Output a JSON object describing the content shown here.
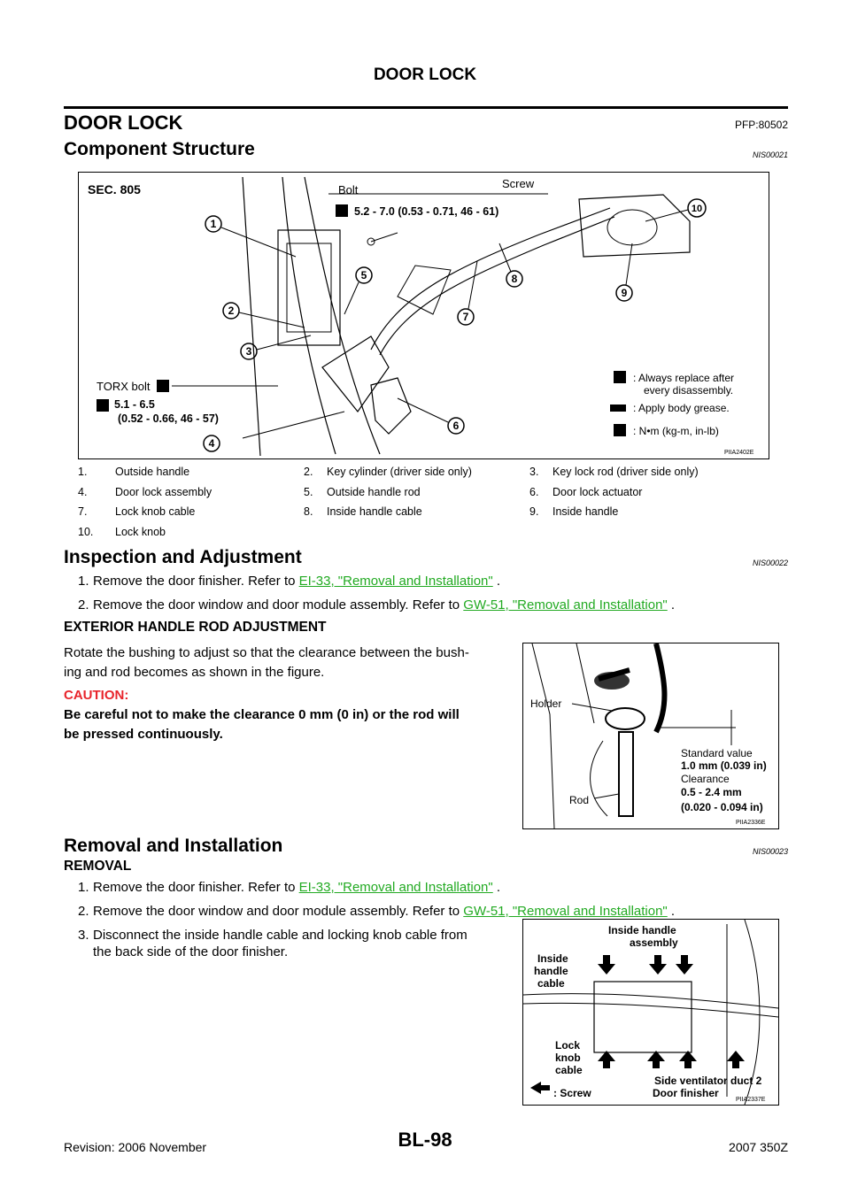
{
  "header": {
    "running_title": "DOOR LOCK"
  },
  "section": {
    "title": "DOOR LOCK",
    "pfp": "PFP:80502"
  },
  "component_structure": {
    "heading": "Component Structure",
    "code": "NIS00021",
    "figure": {
      "sec": "SEC. 805",
      "bolt_label": "Bolt",
      "screw_label": "Screw",
      "bolt_torque": "5.2 - 7.0 (0.53 - 0.71, 46 - 61)",
      "torx_label": "TORX bolt",
      "torx_torque_1": "5.1 - 6.5",
      "torx_torque_2": "(0.52 - 0.66, 46 - 57)",
      "legend_replace_1": ": Always replace after",
      "legend_replace_2": "every disassembly.",
      "legend_grease": ": Apply body grease.",
      "legend_torque": ": N•m (kg-m, in-lb)",
      "figure_id": "PIIA2402E",
      "callouts": [
        "1",
        "2",
        "3",
        "4",
        "5",
        "6",
        "7",
        "8",
        "9",
        "10"
      ]
    },
    "parts": [
      [
        "1.",
        "Outside handle"
      ],
      [
        "2.",
        "Key cylinder (driver side only)"
      ],
      [
        "3.",
        "Key lock rod (driver side only)"
      ],
      [
        "4.",
        "Door lock assembly"
      ],
      [
        "5.",
        "Outside handle rod"
      ],
      [
        "6.",
        "Door lock actuator"
      ],
      [
        "7.",
        "Lock knob cable"
      ],
      [
        "8.",
        "Inside handle cable"
      ],
      [
        "9.",
        "Inside handle"
      ],
      [
        "10.",
        "Lock knob"
      ]
    ]
  },
  "inspection": {
    "heading": "Inspection and Adjustment",
    "code": "NIS00022",
    "steps": [
      {
        "num": "1.",
        "text": "Remove the door finisher. Refer to ",
        "link": "EI-33, \"Removal and Installation\"",
        "after": " ."
      },
      {
        "num": "2.",
        "text": "Remove the door window and door module assembly. Refer to ",
        "link": "GW-51, \"Removal and Installation\"",
        "after": " ."
      }
    ],
    "subheading": "EXTERIOR HANDLE ROD ADJUSTMENT",
    "para_1": "Rotate the bushing to adjust so that the clearance between the bush-",
    "para_2": "ing and rod becomes as shown in the figure.",
    "caution_head": "CAUTION:",
    "caution_1": "Be careful not to make the clearance 0 mm (0 in) or the rod will",
    "caution_2": "be pressed continuously.",
    "figure": {
      "holder": "Holder",
      "rod": "Rod",
      "std_label": "Standard value",
      "std_value": "1.0 mm (0.039 in)",
      "clearance_label": "Clearance",
      "clearance_value": "0.5 - 2.4 mm",
      "clearance_in": "(0.020 - 0.094 in)",
      "figure_id": "PIIA2336E"
    }
  },
  "removal": {
    "heading": "Removal and Installation",
    "code": "NIS00023",
    "subheading": "REMOVAL",
    "steps": [
      {
        "num": "1.",
        "text": "Remove the door finisher. Refer to ",
        "link": "EI-33, \"Removal and Installation\"",
        "after": " ."
      },
      {
        "num": "2.",
        "text": "Remove the door window and door module assembly. Refer to ",
        "link": "GW-51, \"Removal and Installation\"",
        "after": " ."
      }
    ],
    "step3_num": "3.",
    "step3_1": "Disconnect the inside handle cable and locking knob cable from",
    "step3_2": "the back side of the door finisher.",
    "figure": {
      "inside_handle_assembly_1": "Inside handle",
      "inside_handle_assembly_2": "assembly",
      "inside_handle_cable_1": "Inside",
      "inside_handle_cable_2": "handle",
      "inside_handle_cable_3": "cable",
      "lock_knob_cable_1": "Lock",
      "lock_knob_cable_2": "knob",
      "lock_knob_cable_3": "cable",
      "screw_legend": ": Screw",
      "side_ventilator": "Side ventilator duct 2",
      "door_finisher": "Door finisher",
      "figure_id": "PIIA2337E"
    }
  },
  "footer": {
    "page_id": "BL-98",
    "revision": "Revision: 2006 November",
    "model": "2007 350Z"
  }
}
